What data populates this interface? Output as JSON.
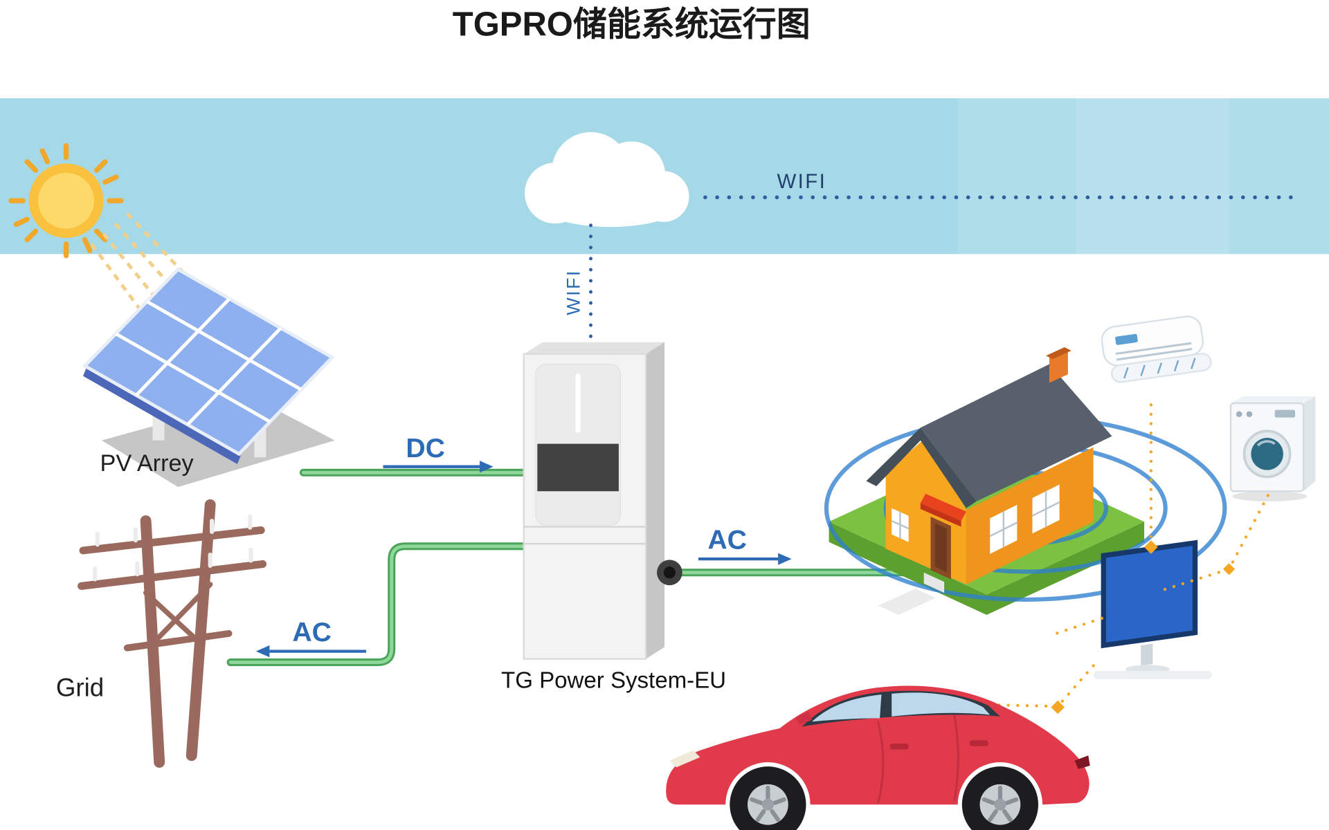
{
  "title": "TGPRO储能系统运行图",
  "labels": {
    "pv": "PV Arrey",
    "grid": "Grid",
    "inverter": "TG Power System-EU",
    "dc": "DC",
    "ac_grid": "AC",
    "ac_house": "AC",
    "wifi_horizontal": "WIFI",
    "wifi_vertical": "WIFI"
  },
  "colors": {
    "sky": "#a6d9e8",
    "sun": "#f9c13e",
    "panel": "#8fb0ee",
    "line_green": "#8fd89a",
    "line_green_dark": "#4aa55a",
    "accent": "#2d6cb5",
    "wifi_dot": "#2d5f9e",
    "orange": "#f5a623",
    "grass": "#7cc142",
    "wall": "#ef941c",
    "wall_light": "#f6a71f",
    "roof": "#57606b",
    "car": "#e13a4b",
    "ring_blue": "#2f7fd0",
    "tv_blue": "#2a65c8",
    "pole_brown": "#9a6a5e"
  }
}
